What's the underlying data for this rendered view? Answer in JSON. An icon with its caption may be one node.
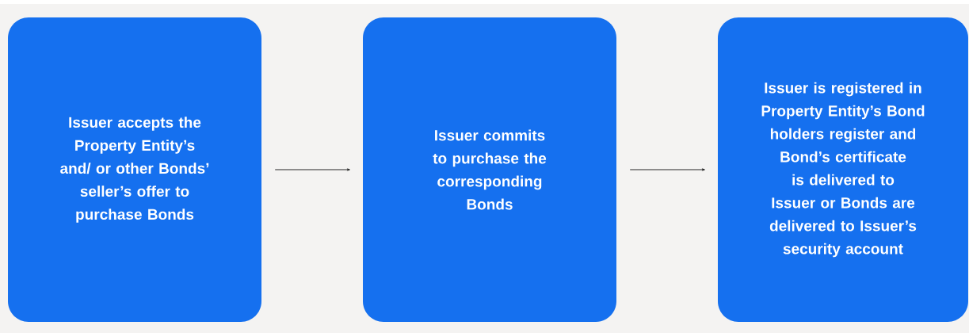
{
  "diagram": {
    "nodes": [
      {
        "text": [
          "Issuer accepts the Property Entity’s and/ or other Bonds’ seller’s offer to purchase Bonds"
        ]
      },
      {
        "text": [
          "Issuer commits to purchase the corresponding Bonds"
        ]
      },
      {
        "text": [
          "Issuer is registered in Property Entity’s Bond holders register and Bond’s certificate is delivered to Issuer or Bonds are delivered to Issuer’s security account"
        ]
      }
    ],
    "edges": [
      {
        "from": 0,
        "to": 1,
        "arrow": "to"
      },
      {
        "from": 1,
        "to": 2,
        "arrow": "to"
      }
    ]
  }
}
